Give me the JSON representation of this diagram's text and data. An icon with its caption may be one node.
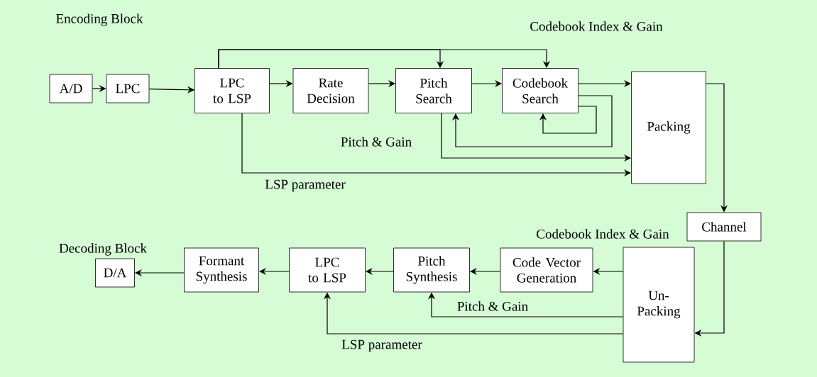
{
  "diagram": {
    "nodes": [
      {
        "text": [
          "A/D"
        ]
      },
      {
        "text": [
          "LPC"
        ]
      },
      {
        "text": [
          "LPC to LSP"
        ]
      },
      {
        "text": [
          "Rate Decision"
        ]
      },
      {
        "text": [
          "Pitch Search"
        ]
      },
      {
        "text": [
          "Codebook Search"
        ]
      },
      {
        "text": [
          "Packing"
        ]
      },
      {
        "text": [
          "Channel"
        ]
      },
      {
        "text": [
          "D/A"
        ]
      },
      {
        "text": [
          "Formant Synthesis"
        ]
      },
      {
        "text": [
          "LPC to LSP"
        ]
      },
      {
        "text": [
          "Pitch Synthesis"
        ]
      },
      {
        "text": [
          "Code Vector Generation"
        ]
      },
      {
        "text": [
          "Un-Packing"
        ]
      }
    ],
    "edges": [
      {
        "from": 0,
        "to": 1,
        "arrow": "to"
      },
      {
        "from": 1,
        "to": 2,
        "arrow": "to"
      },
      {
        "from": 2,
        "to": 3,
        "arrow": "to"
      },
      {
        "from": 3,
        "to": 4,
        "arrow": "to"
      },
      {
        "from": 4,
        "to": 5,
        "arrow": "to"
      },
      {
        "from": 5,
        "to": 6,
        "arrow": "to"
      },
      {
        "from": 2,
        "to": 4,
        "arrow": "to"
      },
      {
        "from": 2,
        "to": 5,
        "arrow": "to"
      },
      {
        "from": 5,
        "to": 5,
        "arrow": "to"
      },
      {
        "from": 5,
        "to": 4,
        "arrow": "to"
      },
      {
        "from": 4,
        "to": 6,
        "arrow": "to"
      },
      {
        "from": 2,
        "to": 6,
        "arrow": "to"
      },
      {
        "from": 6,
        "to": 7,
        "arrow": "to"
      },
      {
        "from": 7,
        "to": 13,
        "arrow": "to"
      },
      {
        "from": 13,
        "to": 12,
        "arrow": "to"
      },
      {
        "from": 12,
        "to": 11,
        "arrow": "to"
      },
      {
        "from": 11,
        "to": 10,
        "arrow": "to"
      },
      {
        "from": 10,
        "to": 9,
        "arrow": "to"
      },
      {
        "from": 9,
        "to": 8,
        "arrow": "to"
      },
      {
        "from": 13,
        "to": 11,
        "arrow": "to"
      },
      {
        "from": 13,
        "to": 10,
        "arrow": "to"
      }
    ],
    "labels": [
      "Encoding Block",
      "Codebook Index & Gain",
      "Pitch & Gain",
      "LSP parameter",
      "Decoding Block",
      "Codebook Index & Gain",
      "Pitch & Gain",
      "LSP parameter"
    ]
  }
}
